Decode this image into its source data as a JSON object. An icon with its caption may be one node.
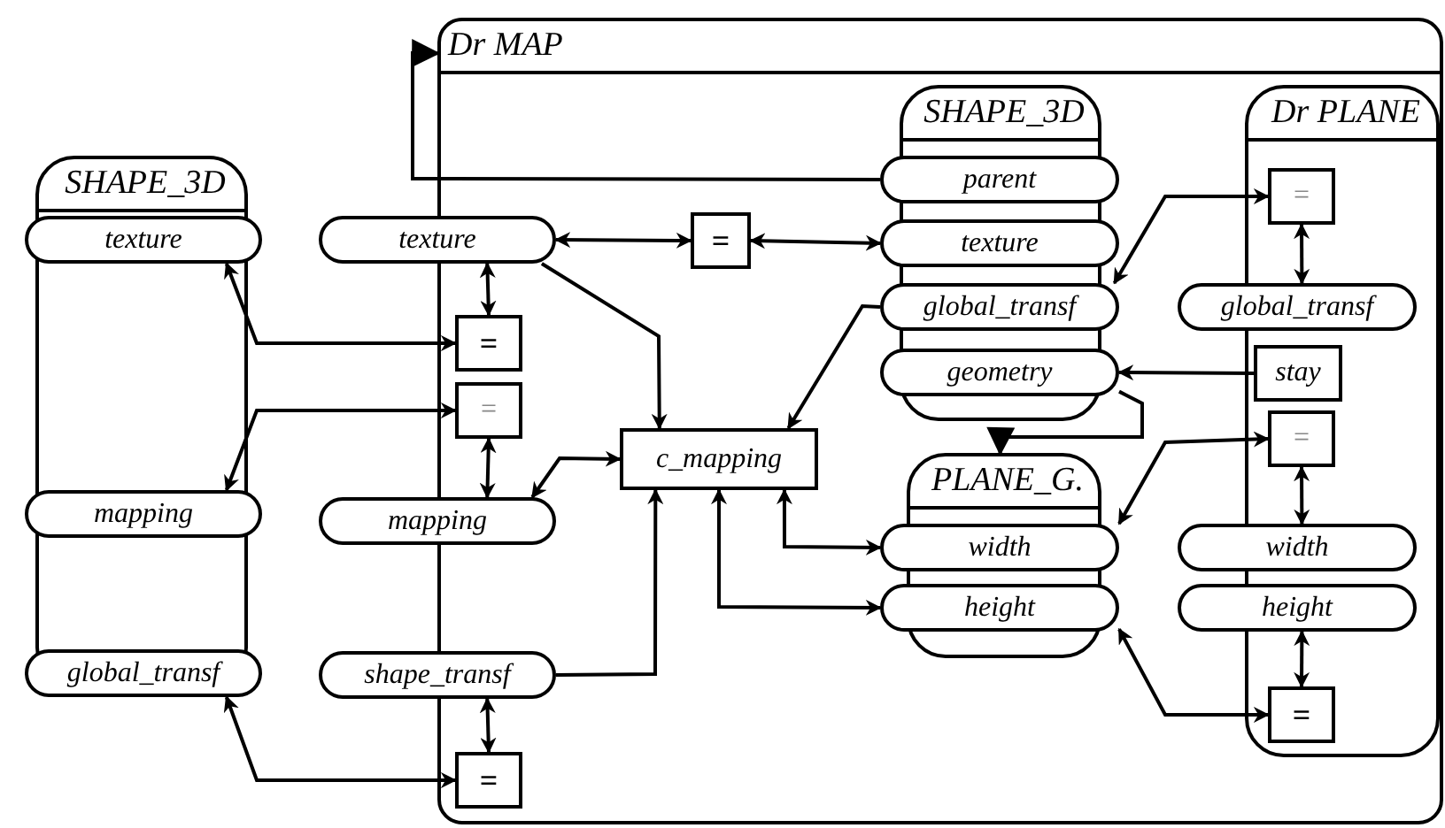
{
  "diagram": {
    "nodes": [
      {
        "text": [
          "SHAPE_3D"
        ]
      },
      {
        "text": [
          "texture"
        ],
        "in": 0
      },
      {
        "text": [
          "mapping"
        ],
        "in": 0
      },
      {
        "text": [
          "global_transf"
        ],
        "in": 0
      },
      {
        "text": [
          "Dr MAP"
        ]
      },
      {
        "text": [
          "texture"
        ]
      },
      {
        "text": [
          "="
        ],
        "in": 4
      },
      {
        "text": [
          "="
        ],
        "in": 4
      },
      {
        "text": [
          "="
        ],
        "in": 4
      },
      {
        "text": [
          "c_mapping"
        ],
        "in": 4
      },
      {
        "text": [
          "mapping"
        ]
      },
      {
        "text": [
          "shape_transf"
        ]
      },
      {
        "text": [
          "="
        ],
        "in": 4
      },
      {
        "text": [
          "SHAPE_3D"
        ],
        "in": 4
      },
      {
        "text": [
          "parent"
        ],
        "in": 13
      },
      {
        "text": [
          "texture"
        ],
        "in": 13
      },
      {
        "text": [
          "global_transf"
        ],
        "in": 13
      },
      {
        "text": [
          "geometry"
        ],
        "in": 13
      },
      {
        "text": [
          "PLANE_G."
        ],
        "in": 4
      },
      {
        "text": [
          "width"
        ],
        "in": 18
      },
      {
        "text": [
          "height"
        ],
        "in": 18
      },
      {
        "text": [
          "Dr PLANE"
        ],
        "in": 4
      },
      {
        "text": [
          "="
        ],
        "in": 21
      },
      {
        "text": [
          "global_transf"
        ],
        "in": 4
      },
      {
        "text": [
          "stay"
        ],
        "in": 21
      },
      {
        "text": [
          "="
        ],
        "in": 21
      },
      {
        "text": [
          "width"
        ],
        "in": 4
      },
      {
        "text": [
          "height"
        ],
        "in": 4
      },
      {
        "text": [
          "="
        ],
        "in": 21
      }
    ],
    "edges": [
      {
        "from": 14,
        "to": 4,
        "arrow": "to"
      },
      {
        "from": 5,
        "to": 6,
        "arrow": "both"
      },
      {
        "from": 6,
        "to": 15,
        "arrow": "both"
      },
      {
        "from": 5,
        "to": 7,
        "arrow": "both"
      },
      {
        "from": 1,
        "to": 7,
        "arrow": "both"
      },
      {
        "from": 5,
        "to": 9,
        "arrow": "to"
      },
      {
        "from": 2,
        "to": 8,
        "arrow": "both"
      },
      {
        "from": 8,
        "to": 10,
        "arrow": "both"
      },
      {
        "from": 10,
        "to": 9,
        "arrow": "both"
      },
      {
        "from": 16,
        "to": 9,
        "arrow": "to"
      },
      {
        "from": 11,
        "to": 9,
        "arrow": "to"
      },
      {
        "from": 11,
        "to": 12,
        "arrow": "both"
      },
      {
        "from": 3,
        "to": 12,
        "arrow": "both"
      },
      {
        "from": 9,
        "to": 19,
        "arrow": "both"
      },
      {
        "from": 9,
        "to": 20,
        "arrow": "both"
      },
      {
        "from": 22,
        "to": 16,
        "arrow": "both"
      },
      {
        "from": 22,
        "to": 23,
        "arrow": "both"
      },
      {
        "from": 24,
        "to": 17,
        "arrow": "to"
      },
      {
        "from": 17,
        "to": 18,
        "arrow": "to"
      },
      {
        "from": 25,
        "to": 19,
        "arrow": "both"
      },
      {
        "from": 25,
        "to": 26,
        "arrow": "both"
      },
      {
        "from": 27,
        "to": 28,
        "arrow": "both"
      },
      {
        "from": 28,
        "to": 20,
        "arrow": "both"
      }
    ]
  }
}
